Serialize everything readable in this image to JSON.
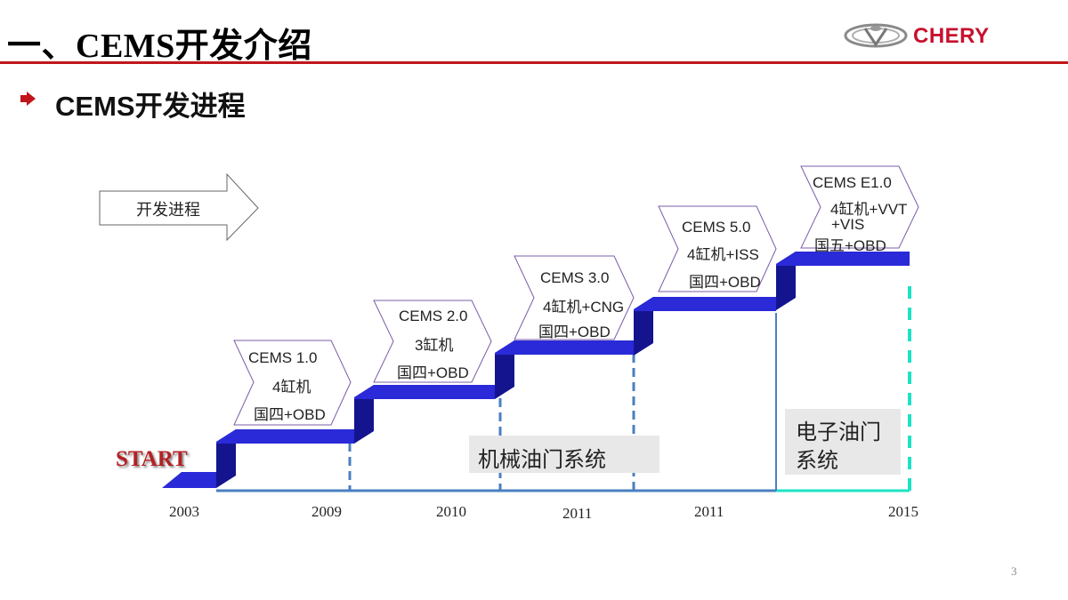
{
  "header": {
    "title": "一、CEMS开发介绍",
    "logo_text": "CHERY"
  },
  "section": {
    "subtitle": "CEMS开发进程"
  },
  "diagram": {
    "progress_arrow_label": "开发进程",
    "start_label": "START",
    "milestones": [
      {
        "name": "CEMS 1.0",
        "engine": "4缸机",
        "standard": "国四+OBD"
      },
      {
        "name": "CEMS 2.0",
        "engine": "3缸机",
        "standard": "国四+OBD"
      },
      {
        "name": "CEMS 3.0",
        "engine": "4缸机+CNG",
        "standard": "国四+OBD"
      },
      {
        "name": "CEMS 5.0",
        "engine": "4缸机+ISS",
        "standard": "国四+OBD"
      },
      {
        "name": "CEMS E1.0",
        "engine": "4缸机+VVT",
        "engine2": "+VIS",
        "standard": "国五+OBD"
      }
    ],
    "years": [
      "2003",
      "2009",
      "2010",
      "2011",
      "2011",
      "2015"
    ],
    "mechanical_system": "机械油门系统",
    "electronic_system_line1": "电子油门",
    "electronic_system_line2": "系统"
  },
  "page_number": "3",
  "colors": {
    "accent_red": "#c0151b",
    "step_blue": "#2a2ad8",
    "step_dark": "#14148f",
    "axis_blue": "#4a7fc0",
    "teal_dash": "#1de3c5"
  }
}
